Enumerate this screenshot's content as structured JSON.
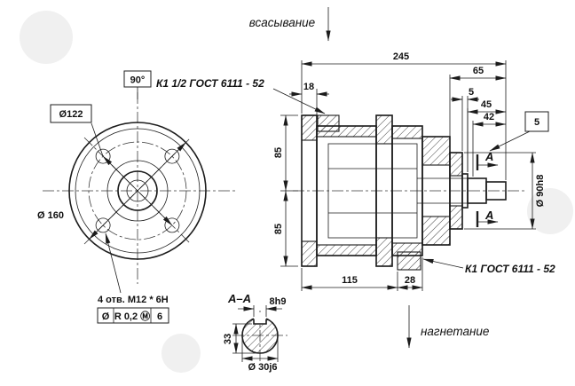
{
  "labels": {
    "suction": "всасывание",
    "discharge": "нагнетание",
    "thread_top": "К1 1/2 ГОСТ 6111 - 52",
    "thread_bottom": "К1 ГОСТ 6111 - 52",
    "section_title": "А–А",
    "section_arrow": "А",
    "angle": "90°",
    "bolt_circle_dia": "Ø122",
    "outer_dia": "Ø 160",
    "holes_note": "4 отв. М12 * 6H",
    "datum_box": "5"
  },
  "tolerance_frame": {
    "symbol": "Ø",
    "value": "R 0,2 Ⓜ",
    "datum": "6"
  },
  "dims": {
    "overall_length": "245",
    "front_length": "65",
    "flange_thickness": "18",
    "step": "5",
    "shaft_len_45": "45",
    "shaft_len_42": "42",
    "half_height_top": "85",
    "half_height_bottom": "85",
    "body_length": "115",
    "port_offset": "28",
    "spigot_dia": "Ø 90h8",
    "key_width": "8h9",
    "key_height": "33",
    "shaft_dia": "Ø 30j6"
  },
  "colors": {
    "line": "#1c1c1c",
    "background": "#ffffff",
    "watermark": "#f0f0f0"
  }
}
